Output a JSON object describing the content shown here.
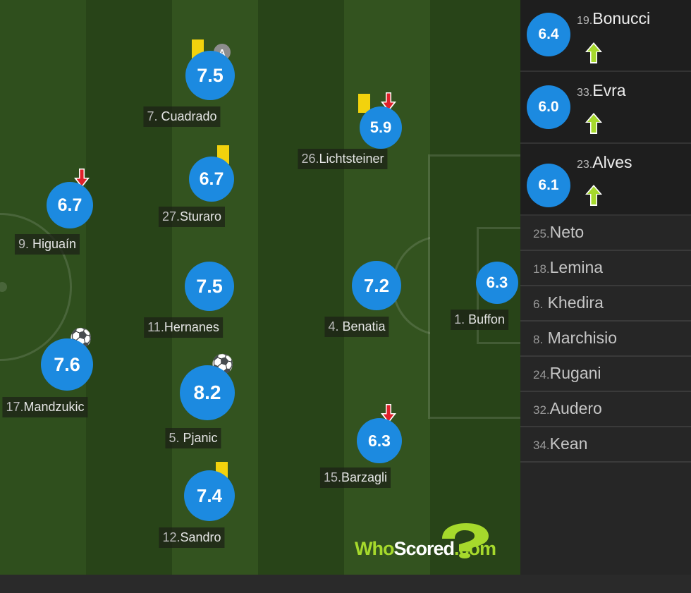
{
  "pitch_players": [
    {
      "id": "cuadrado",
      "rating": "7.5",
      "number": "7.",
      "name": "Cuadrado",
      "badges": [
        "yellow-card",
        "captain"
      ]
    },
    {
      "id": "sturaro",
      "rating": "6.7",
      "number": "27.",
      "name": "Sturaro",
      "badges": [
        "yellow-card"
      ]
    },
    {
      "id": "higuain",
      "rating": "6.7",
      "number": "9.",
      "name": "Higuaín",
      "badges": [
        "sub-off"
      ]
    },
    {
      "id": "hernanes",
      "rating": "7.5",
      "number": "11.",
      "name": "Hernanes",
      "badges": []
    },
    {
      "id": "mandzukic",
      "rating": "7.6",
      "number": "17.",
      "name": "Mandzukic",
      "badges": [
        "goal"
      ]
    },
    {
      "id": "pjanic",
      "rating": "8.2",
      "number": "5.",
      "name": "Pjanic",
      "badges": [
        "goal"
      ]
    },
    {
      "id": "sandro",
      "rating": "7.4",
      "number": "12.",
      "name": "Sandro",
      "badges": [
        "yellow-card"
      ]
    },
    {
      "id": "lichtsteiner",
      "rating": "5.9",
      "number": "26.",
      "name": "Lichtsteiner",
      "badges": [
        "yellow-card",
        "sub-off"
      ]
    },
    {
      "id": "benatia",
      "rating": "7.2",
      "number": "4.",
      "name": "Benatia",
      "badges": []
    },
    {
      "id": "barzagli",
      "rating": "6.3",
      "number": "15.",
      "name": "Barzagli",
      "badges": [
        "sub-off"
      ]
    },
    {
      "id": "buffon",
      "rating": "6.3",
      "number": "1.",
      "name": "Buffon",
      "badges": []
    }
  ],
  "substitutes_used": [
    {
      "rating": "6.4",
      "number": "19.",
      "name": "Bonucci",
      "icon": "sub-on-arrow-icon"
    },
    {
      "rating": "6.0",
      "number": "33.",
      "name": "Evra",
      "icon": "sub-on-arrow-icon"
    },
    {
      "rating": "6.1",
      "number": "23.",
      "name": "Alves",
      "icon": "sub-on-arrow-icon"
    }
  ],
  "bench": [
    {
      "number": "25.",
      "name": "Neto"
    },
    {
      "number": "18.",
      "name": "Lemina"
    },
    {
      "number": "6.",
      "name": "Khedira"
    },
    {
      "number": "8.",
      "name": "Marchisio"
    },
    {
      "number": "24.",
      "name": "Rugani"
    },
    {
      "number": "32.",
      "name": "Audero"
    },
    {
      "number": "34.",
      "name": "Kean"
    }
  ],
  "branding": {
    "who": "Who",
    "scored": "Scored",
    ".com": ".com"
  },
  "captain_letter": "A",
  "colors": {
    "rating_bubble": "#1c8ae0",
    "yellow_card": "#f2d20d",
    "sub_off_arrow": "#e0202a",
    "sub_on_arrow": "#a6d92c",
    "pitch_dark": "#284519",
    "pitch_light": "#33521f"
  }
}
